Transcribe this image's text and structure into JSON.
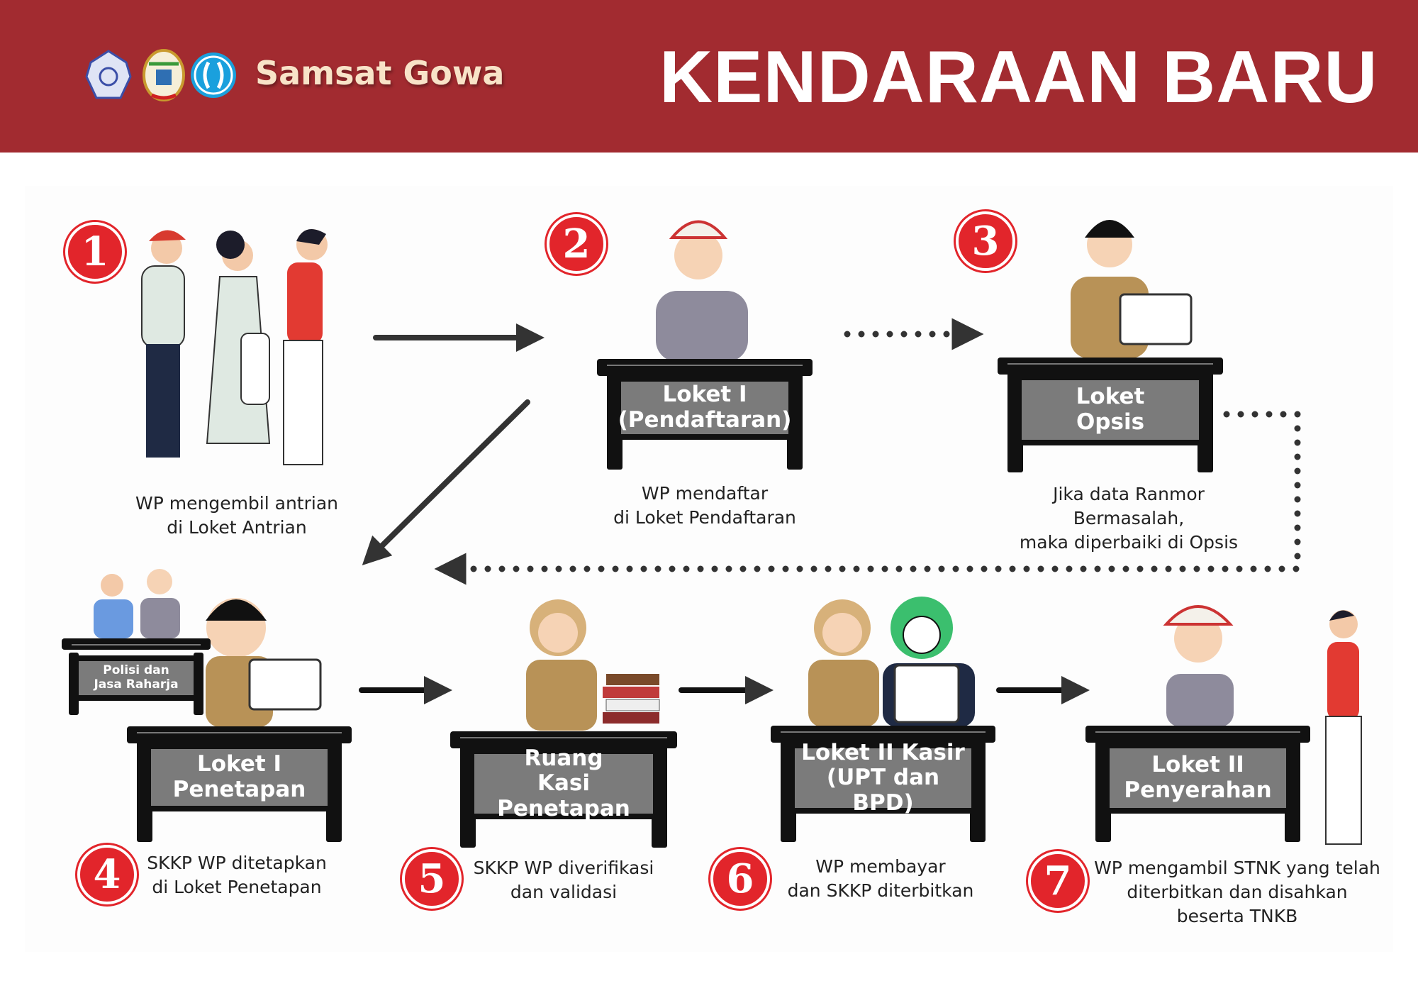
{
  "header": {
    "brand": "Samsat Gowa",
    "title": "KENDARAAN BARU",
    "logos": [
      "polri-logo",
      "sulsel-logo",
      "jasa-raharja-logo"
    ]
  },
  "colors": {
    "header_bg": "#A22B30",
    "badge": "#E2252B",
    "brand_text": "#F8E3C8"
  },
  "steps": [
    {
      "number": "1",
      "caption": [
        "WP mengembil antrian",
        "di Loket Antrian"
      ]
    },
    {
      "number": "2",
      "desk": [
        "Loket I",
        "(Pendaftaran)"
      ],
      "caption": [
        "WP mendaftar",
        "di Loket Pendaftaran"
      ]
    },
    {
      "number": "3",
      "desk": [
        "Loket",
        "Opsis"
      ],
      "caption": [
        "Jika data Ranmor",
        "Bermasalah,",
        "maka diperbaiki di Opsis"
      ]
    },
    {
      "number": "4",
      "desk": [
        "Loket I",
        "Penetapan"
      ],
      "side_desk": [
        "Polisi dan",
        "Jasa Raharja"
      ],
      "caption": [
        "SKKP WP ditetapkan",
        "di Loket Penetapan"
      ]
    },
    {
      "number": "5",
      "desk": [
        "Ruang",
        "Kasi Penetapan"
      ],
      "caption": [
        "SKKP WP diverifikasi",
        "dan validasi"
      ]
    },
    {
      "number": "6",
      "desk": [
        "Loket II Kasir",
        "(UPT dan BPD)"
      ],
      "caption": [
        "WP membayar",
        "dan SKKP diterbitkan"
      ]
    },
    {
      "number": "7",
      "desk": [
        "Loket II",
        "Penyerahan"
      ],
      "caption": [
        "WP mengambil STNK yang telah",
        "diterbitkan dan disahkan",
        "beserta TNKB"
      ]
    }
  ]
}
